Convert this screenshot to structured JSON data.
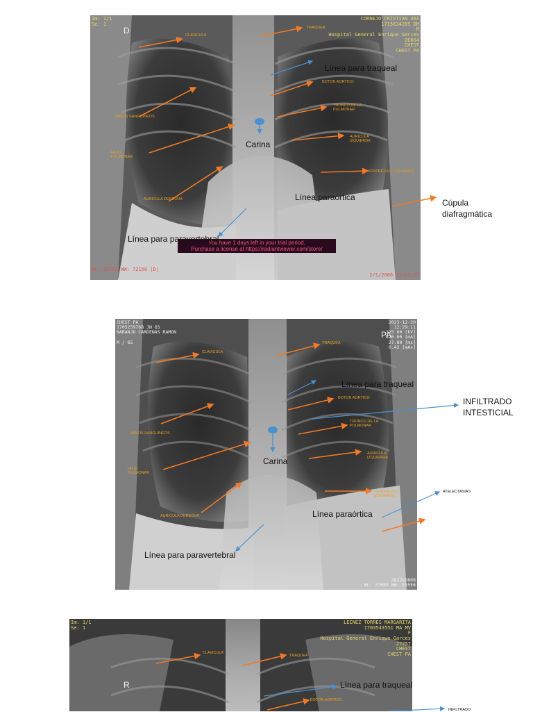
{
  "xray1": {
    "top_left": "Im: 1/1\nSe: 1",
    "side_letter": "D",
    "top_right": "CORNEJO CRISTIAN 40A\n1715634265 DM\nM\nHospital General Enrique Garces\n26664\nCHEST\nCHEST PA",
    "labels": {
      "clavicula": "CLAVICULA",
      "traquea": "TRAQUEA",
      "boton_aortico": "BOTON AORTICO",
      "tronco": "TRONCO DE LA\nPULMONAR",
      "vasos": "VASOS SANGUINEOS",
      "auricula_izq": "AURICULA\nIZQUIERDA",
      "hilio": "HILIO\nPULMONAR",
      "ventriculo": "VENTRICULO IZQUIERDO",
      "auricula_der": "AURICULA DERECHA"
    },
    "trial": "You have 1 days left in your trial period.\nPurchase a license at https://radiantviewer.com/store/",
    "wl": "WL: 36752 WW: 72150 [D]",
    "date": "2/1/2006 11:01:25"
  },
  "annotations1": {
    "paratraqueal": "Línea para traqueal",
    "carina": "Carina",
    "paraortica": "Línea paraórtica",
    "cupula": "Cúpula\ndiafragmática",
    "paravertebral": "Línea para paravertebral"
  },
  "xray2": {
    "top_left": "CHEST PA\n1705259768 JN GS\nNARANJO CARDENAS RAMON\n\nM / 65",
    "top_right": "2023-12-29\n12:29:11\n125.00 [kV]\n320.00 [mA]\n27.80 [ms]\n0.42 [mAs]",
    "side_letter": "PA",
    "bottom_right": "2822x2808\nWL: 37084  WW: 65556",
    "labels": {
      "clavicula": "CLAVICULA",
      "traquea": "TRAQUEA",
      "boton_aortico": "BOTON AORTICO",
      "tronco": "TRONCO DE LA\nPULMONAR",
      "vasos": "VASOS SANGUINEOS",
      "auricula_izq": "AURICULA\nIZQUIERDA",
      "hilio": "HILIO\nPULMONAR",
      "ventriculo": "VENTRICULO IZQUIERDO",
      "auricula_der": "AURICULA DERECHA"
    }
  },
  "annotations2": {
    "paratraqueal": "Línea para traqueal",
    "infiltrado": "INFILTRADO\nINTESTICIAL",
    "carina": "Carina",
    "atelectasias": "ATELECTASIAS",
    "paraortica": "Línea paraórtica",
    "paravertebral": "Línea para paravertebral"
  },
  "xray3": {
    "top_left": "Im: 1/1\nSe: 1",
    "top_right": "LEINEZ TORRES MARGARITA\n1703543551 MA MV\nF\nHospital General Enrique Garces\n27257\nCHEST\nCHEST PA",
    "side_letter": "R",
    "labels": {
      "clavicula": "CLAVICULA",
      "traquea": "TRAQUEA",
      "boton_aortico": "BOTON AORTICO"
    }
  },
  "annotations3": {
    "paratraqueal": "Línea para traqueal",
    "infiltrado_partial": "INFILTRADO"
  }
}
